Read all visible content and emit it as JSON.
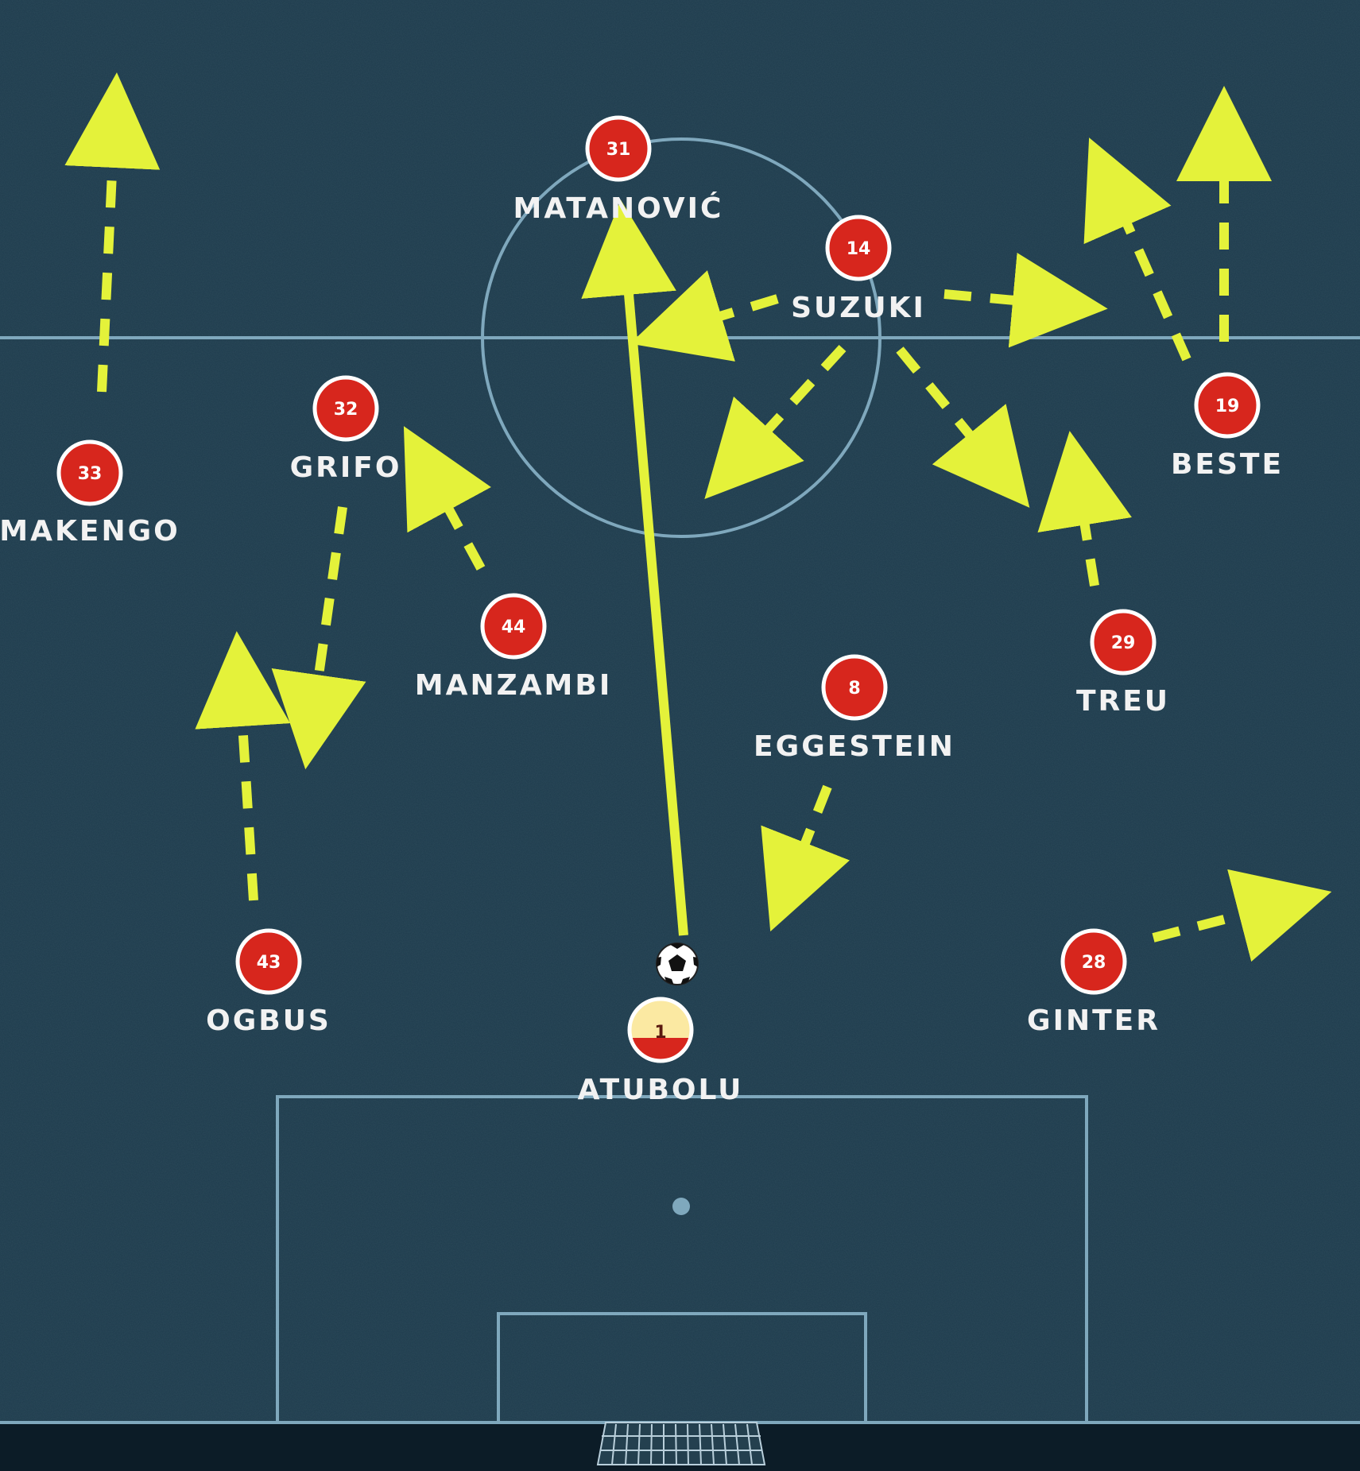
{
  "colors": {
    "pitch": "#1d3b4c",
    "pitch_dark_strip": "#0c1c27",
    "lines": "#7fa8bd",
    "arrow": "#e4f23a",
    "player_fill": "#d7261d",
    "player_stroke": "#ffffff",
    "keeper_top": "#fbe9a2",
    "keeper_bottom": "#d7261d",
    "name_text": "#f2f2f2"
  },
  "players": [
    {
      "id": "matanovic",
      "number": "31",
      "name": "MATANOVIĆ",
      "role": "outfield"
    },
    {
      "id": "suzuki",
      "number": "14",
      "name": "SUZUKI",
      "role": "outfield"
    },
    {
      "id": "beste",
      "number": "19",
      "name": "BESTE",
      "role": "outfield"
    },
    {
      "id": "grifo",
      "number": "32",
      "name": "GRIFO",
      "role": "outfield"
    },
    {
      "id": "makengo",
      "number": "33",
      "name": "MAKENGO",
      "role": "outfield"
    },
    {
      "id": "manzambi",
      "number": "44",
      "name": "MANZAMBI",
      "role": "outfield"
    },
    {
      "id": "treu",
      "number": "29",
      "name": "TREU",
      "role": "outfield"
    },
    {
      "id": "eggestein",
      "number": "8",
      "name": "EGGESTEIN",
      "role": "outfield"
    },
    {
      "id": "ogbus",
      "number": "43",
      "name": "OGBUS",
      "role": "outfield"
    },
    {
      "id": "ginter",
      "number": "28",
      "name": "GINTER",
      "role": "outfield"
    },
    {
      "id": "atubolu",
      "number": "1",
      "name": "ATUBOLU",
      "role": "goalkeeper"
    }
  ],
  "ball": {
    "icon": "soccer-ball-icon"
  },
  "movements": [
    {
      "id": "makengo-run",
      "player": "makengo",
      "style": "dashed"
    },
    {
      "id": "grifo-run",
      "player": "grifo",
      "style": "dashed"
    },
    {
      "id": "manzambi-run",
      "player": "manzambi",
      "style": "dashed"
    },
    {
      "id": "ogbus-run",
      "player": "ogbus",
      "style": "dashed"
    },
    {
      "id": "atubolu-pass",
      "player": "atubolu",
      "style": "solid"
    },
    {
      "id": "suzuki-run-left",
      "player": "suzuki",
      "style": "dashed"
    },
    {
      "id": "suzuki-run-right",
      "player": "suzuki",
      "style": "dashed"
    },
    {
      "id": "suzuki-run-down-left",
      "player": "suzuki",
      "style": "dashed"
    },
    {
      "id": "suzuki-run-down-right",
      "player": "suzuki",
      "style": "dashed"
    },
    {
      "id": "beste-run-diagonal",
      "player": "beste",
      "style": "dashed"
    },
    {
      "id": "beste-run-straight",
      "player": "beste",
      "style": "dashed"
    },
    {
      "id": "treu-run",
      "player": "treu",
      "style": "dashed"
    },
    {
      "id": "eggestein-run",
      "player": "eggestein",
      "style": "dashed"
    },
    {
      "id": "ginter-run",
      "player": "ginter",
      "style": "dashed"
    }
  ]
}
